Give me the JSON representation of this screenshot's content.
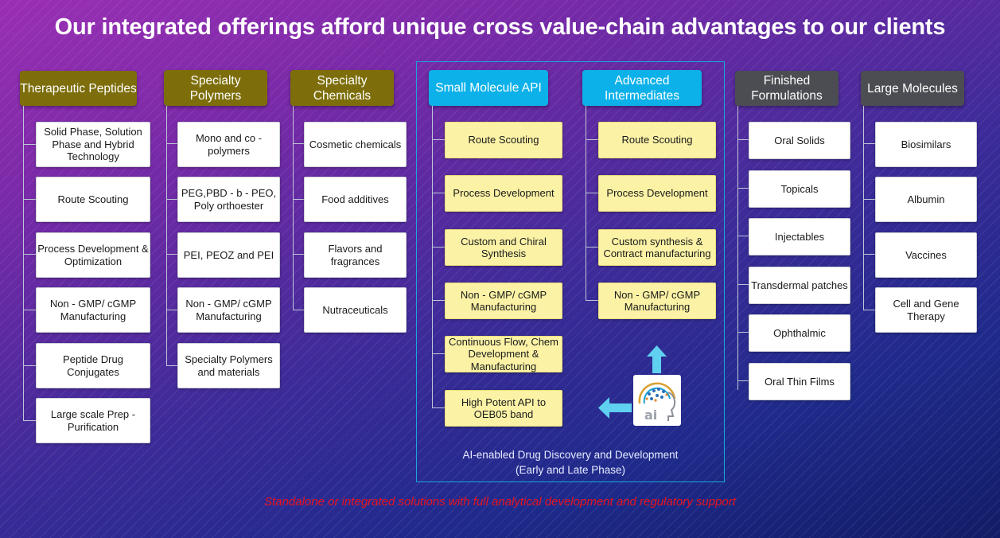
{
  "title": "Our integrated offerings afford unique cross value-chain advantages to our clients",
  "columns": [
    {
      "header": "Therapeutic Peptides",
      "items": [
        "Solid Phase, Solution Phase and Hybrid Technology",
        "Route Scouting",
        "Process Development & Optimization",
        "Non - GMP/ cGMP Manufacturing",
        "Peptide Drug Conjugates",
        "Large scale Prep - Purification"
      ]
    },
    {
      "header": "Specialty Polymers",
      "items": [
        "Mono and co - polymers",
        "PEG,PBD - b - PEO, Poly orthoester",
        "PEI, PEOZ and PEI",
        "Non - GMP/ cGMP Manufacturing",
        "Specialty Polymers and materials"
      ]
    },
    {
      "header": "Specialty Chemicals",
      "items": [
        "Cosmetic chemicals",
        "Food additives",
        "Flavors and fragrances",
        "Nutraceuticals"
      ]
    },
    {
      "header": "Small Molecule API",
      "items": [
        "Route Scouting",
        "Process Development",
        "Custom and Chiral Synthesis",
        "Non - GMP/ cGMP Manufacturing",
        "Continuous Flow, Chem Development & Manufacturing",
        "High Potent API to OEB05 band"
      ]
    },
    {
      "header": "Advanced Intermediates",
      "items": [
        "Route Scouting",
        "Process Development",
        "Custom synthesis & Contract manufacturing",
        "Non - GMP/ cGMP Manufacturing"
      ]
    },
    {
      "header": "Finished Formulations",
      "items": [
        "Oral Solids",
        "Topicals",
        "Injectables",
        "Transdermal patches",
        "Ophthalmic",
        "Oral Thin Films"
      ]
    },
    {
      "header": "Large Molecules",
      "items": [
        "Biosimilars",
        "Albumin",
        "Vaccines",
        "Cell and Gene Therapy"
      ]
    }
  ],
  "ai_section": {
    "caption_line1": "AI-enabled Drug Discovery and Development",
    "caption_line2": "(Early and Late Phase)",
    "badge_text": "ai",
    "badge_icon": "ai-brain-head-icon",
    "arrow_color": "#5fd0f0"
  },
  "footer": "Standalone or integrated solutions with full analytical development and regulatory support",
  "colors": {
    "olive_header": "#7d6e0b",
    "cyan_header": "#0db1e9",
    "gray_header": "#4b4d52",
    "yellow_box": "#fbf2a6",
    "footer_text": "#e8141e",
    "frame": "#17a7dd"
  }
}
